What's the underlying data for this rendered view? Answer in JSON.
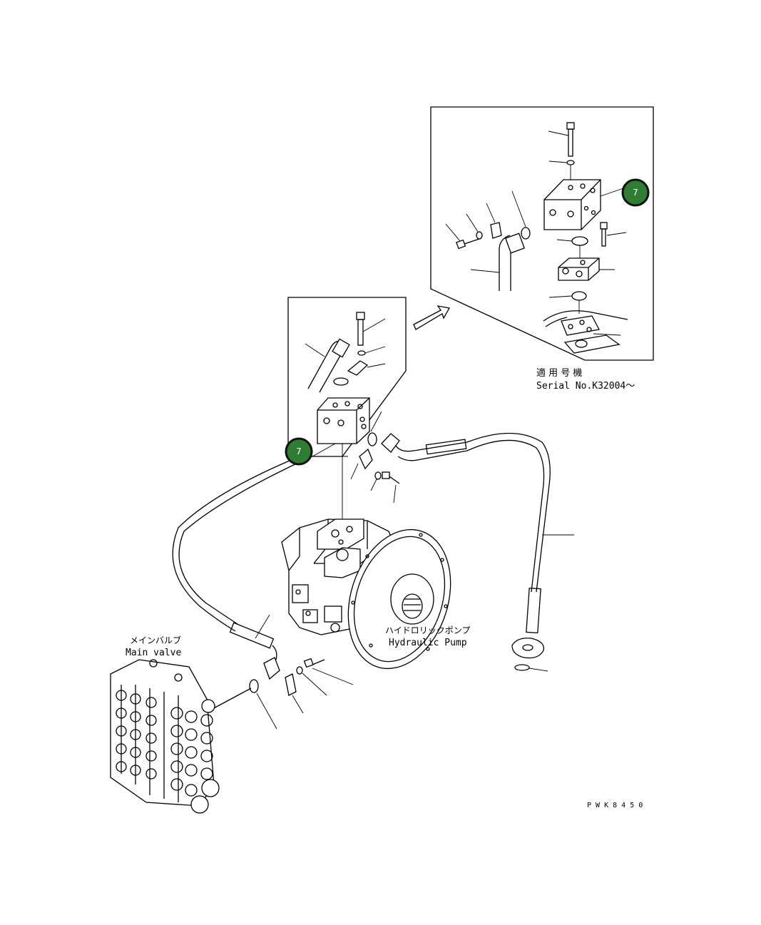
{
  "labels": {
    "serial_jp": "適 用 号 機",
    "serial_en": "Serial No.K32004～",
    "pump_jp": "ハイドロリックポンプ",
    "pump_en": "Hydraulic Pump",
    "valve_jp": "メインバルブ",
    "valve_en": "Main valve",
    "drawing_code": "P W K 8 4 5 0"
  },
  "callouts": [
    {
      "number": "7",
      "color": "#2f7d32"
    },
    {
      "number": "7",
      "color": "#2f7d32"
    }
  ]
}
